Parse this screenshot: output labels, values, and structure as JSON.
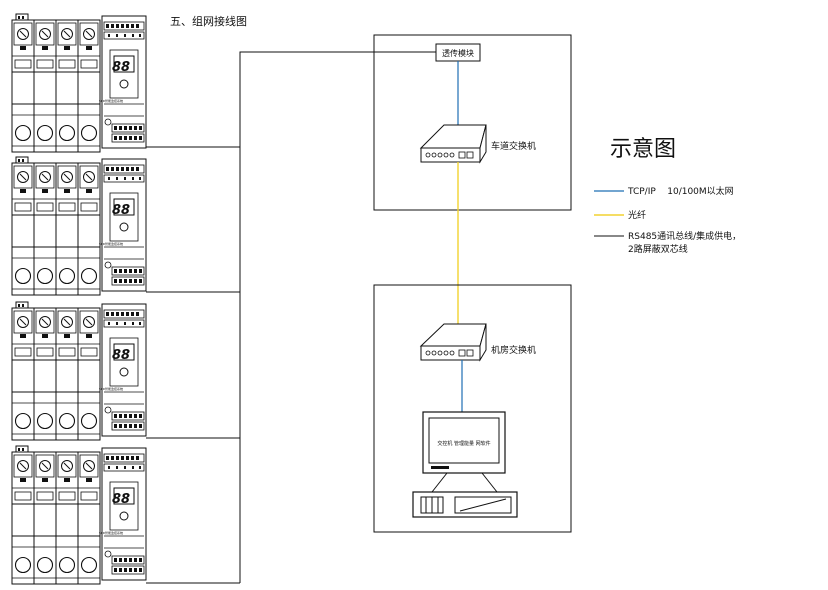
{
  "section_title": "五、组网接线图",
  "transparent_module": {
    "label": "透传模块"
  },
  "lane_switch": {
    "label": "车道交换机"
  },
  "room_switch": {
    "label": "机房交换机"
  },
  "monitor_screen_text": "交控机 管理能量 网软件",
  "legend": {
    "title": "示意图",
    "items": [
      {
        "color": "#1f6fb5",
        "label": "TCP/IP    10/100M以太网"
      },
      {
        "color": "#f2d230",
        "label": "光纤"
      },
      {
        "color": "#111111",
        "label": "RS485通讯总线/集成供电，",
        "label2": "2路屏蔽双芯线"
      }
    ]
  },
  "device": {
    "display": "88",
    "tiny_label": "SPD智能监控系统"
  },
  "colors": {
    "ethernet": "#1f6fb5",
    "fiber": "#f2d230",
    "rs485": "#111111"
  }
}
